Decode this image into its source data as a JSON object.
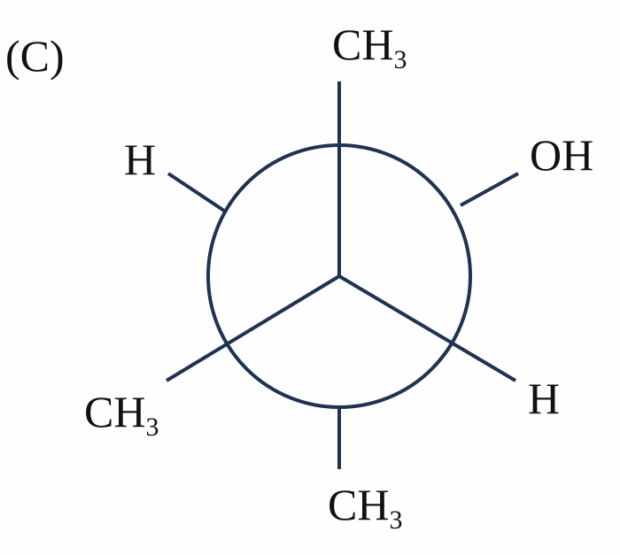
{
  "panel_label": "(C)",
  "bond_color": "#1f3350",
  "text_color": "#111111",
  "substituents": {
    "front_top": {
      "base": "CH",
      "sub": "3"
    },
    "back_upper_left": {
      "base": "H",
      "sub": ""
    },
    "back_upper_right": {
      "base": "OH",
      "sub": ""
    },
    "front_lower_left": {
      "base": "CH",
      "sub": "3"
    },
    "front_lower_right": {
      "base": "H",
      "sub": ""
    },
    "back_bottom": {
      "base": "CH",
      "sub": "3"
    }
  }
}
